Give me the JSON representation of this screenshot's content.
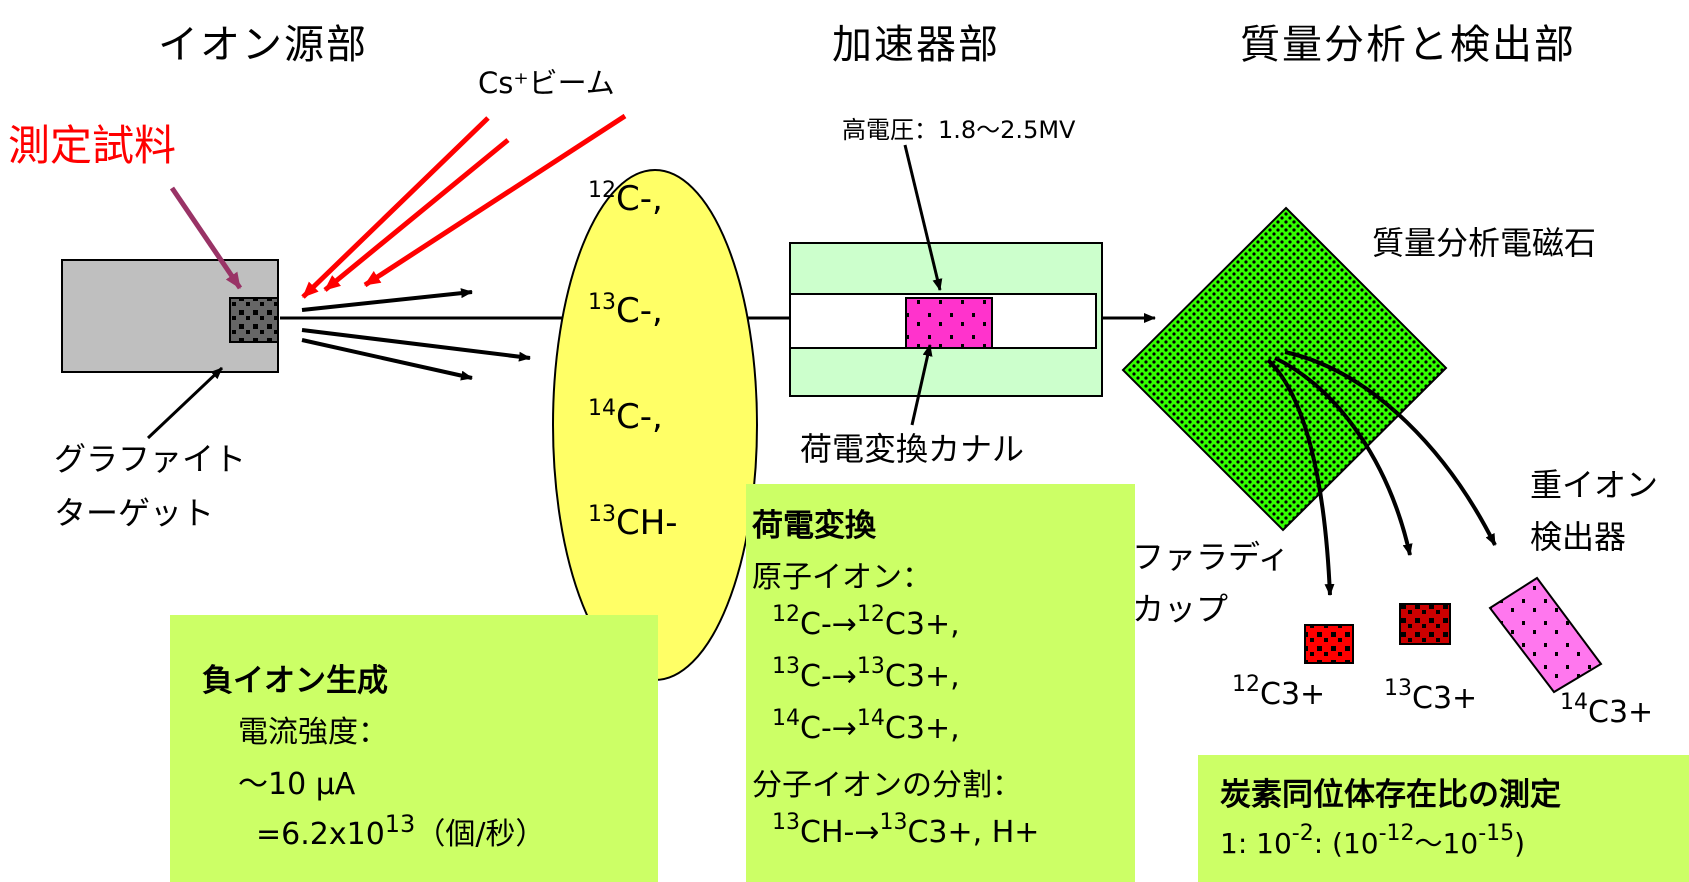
{
  "headers": {
    "ion_source": "イオン源部",
    "accelerator": "加速器部",
    "mass_analysis": "質量分析と検出部"
  },
  "labels": {
    "sample": "測定試料",
    "cs_beam": "Cs⁺ビーム",
    "graphite_line1": "グラファイト",
    "graphite_line2": "ターゲット",
    "high_voltage": "高電圧：1.8～2.5MV",
    "stripper_canal": "荷電変換カナル",
    "magnet": "質量分析電磁石",
    "heavy_detector_line1": "重イオン",
    "heavy_detector_line2": "検出器",
    "faraday_line1": "ファラディ",
    "faraday_line2": "カップ"
  },
  "ellipse_ions": [
    {
      "mass": "12",
      "formula": "C-,"
    },
    {
      "mass": "13",
      "formula": "C-,"
    },
    {
      "mass": "14",
      "formula": "C-,"
    },
    {
      "mass": "13",
      "formula": "CH-"
    }
  ],
  "detected": [
    {
      "mass": "12",
      "formula": "C3+"
    },
    {
      "mass": "13",
      "formula": "C3+"
    },
    {
      "mass": "14",
      "formula": "C3+"
    }
  ],
  "box_negative": {
    "title": "負イオン生成",
    "line1": "電流強度：",
    "line2": "～10 μA",
    "line3_pre": "=6.2x10",
    "line3_exp": "13",
    "line3_post": "（個/秒）"
  },
  "box_charge": {
    "title": "荷電変換",
    "sub1": "原子イオン：",
    "r1_a": "12",
    "r1_b": "C-→",
    "r1_c": "12",
    "r1_d": "C3+,",
    "r2_a": "13",
    "r2_b": "C-→",
    "r2_c": "13",
    "r2_d": "C3+,",
    "r3_a": "14",
    "r3_b": "C-→",
    "r3_c": "14",
    "r3_d": "C3+,",
    "sub2": "分子イオンの分割：",
    "r4_a": "13",
    "r4_b": "CH-→",
    "r4_c": "13",
    "r4_d": "C3+, H+"
  },
  "box_ratio": {
    "title": "炭素同位体存在比の測定",
    "line_a": "1:  10",
    "line_a_exp": "-2",
    "line_b": ":  (10",
    "line_b_exp": "-12",
    "line_c": "～10",
    "line_c_exp": "-15",
    "line_d": ")"
  },
  "colors": {
    "green_box": "#ccff66",
    "ellipse": "#ffff66",
    "accel_band": "#ccffcc",
    "magnet": "#33ff00",
    "pink": "#ff33cc",
    "red_arrow": "#ff0000",
    "purple_arrow": "#993366"
  }
}
